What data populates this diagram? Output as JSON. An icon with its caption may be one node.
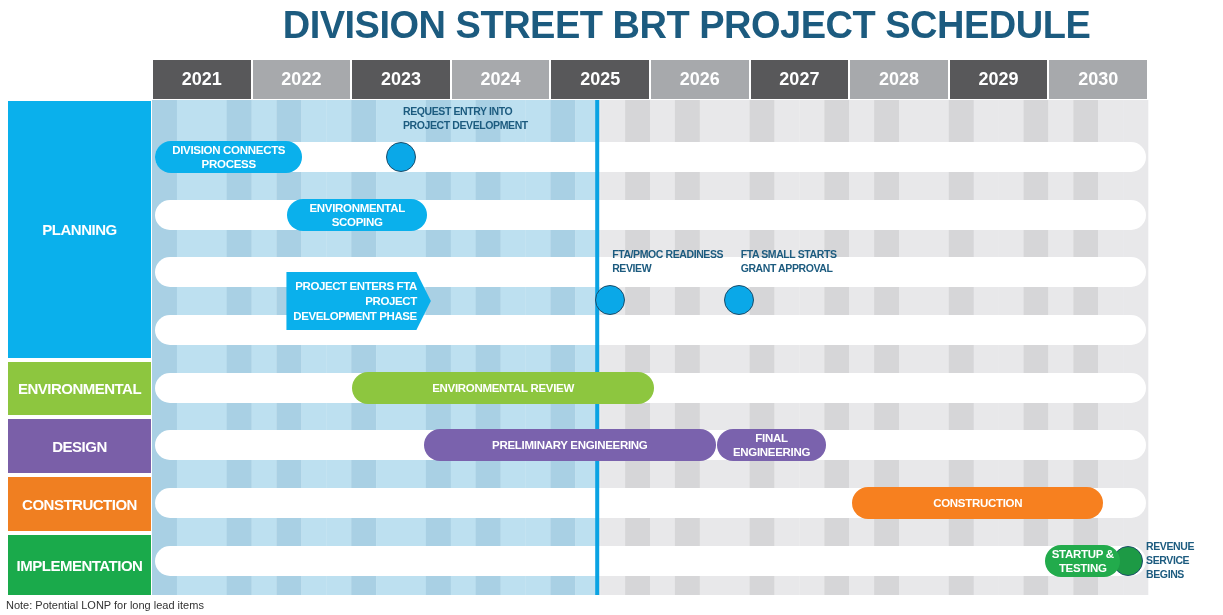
{
  "diagram": {
    "title": "DIVISION STREET BRT PROJECT SCHEDULE",
    "nodes": [
      {
        "text": [
          "PLANNING"
        ]
      },
      {
        "text": [
          "DIVISION CONNECTS PROCESS"
        ]
      },
      {
        "text": [
          "REQUEST ENTRY INTO PROJECT DEVELOPMENT"
        ]
      },
      {
        "text": [
          "ENVIRONMENTAL SCOPING"
        ]
      },
      {
        "text": [
          "PROJECT ENTERS FTA PROJECT DEVELOPMENT PHASE"
        ]
      },
      {
        "text": [
          "FTA/PMOC READINESS REVIEW"
        ]
      },
      {
        "text": [
          "FTA SMALL STARTS GRANT APPROVAL"
        ]
      },
      {
        "text": [
          "ENVIRONMENTAL"
        ]
      },
      {
        "text": [
          "ENVIRONMENTAL REVIEW"
        ]
      },
      {
        "text": [
          "DESIGN"
        ]
      },
      {
        "text": [
          "PRELIMINARY ENGINEERING"
        ]
      },
      {
        "text": [
          "FINAL ENGINEERING"
        ]
      },
      {
        "text": [
          "CONSTRUCTION"
        ]
      },
      {
        "text": [
          "CONSTRUCTION"
        ]
      },
      {
        "text": [
          "IMPLEMENTATION"
        ]
      },
      {
        "text": [
          "STARTUP & TESTING"
        ]
      },
      {
        "text": [
          "REVENUE SERVICE BEGINS"
        ]
      }
    ],
    "edges": [],
    "labels": [
      "2021",
      "2022",
      "2023",
      "2024",
      "2025",
      "2026",
      "2027",
      "2028",
      "2029",
      "2030",
      "Note: Potential LONP for long lead items"
    ]
  }
}
